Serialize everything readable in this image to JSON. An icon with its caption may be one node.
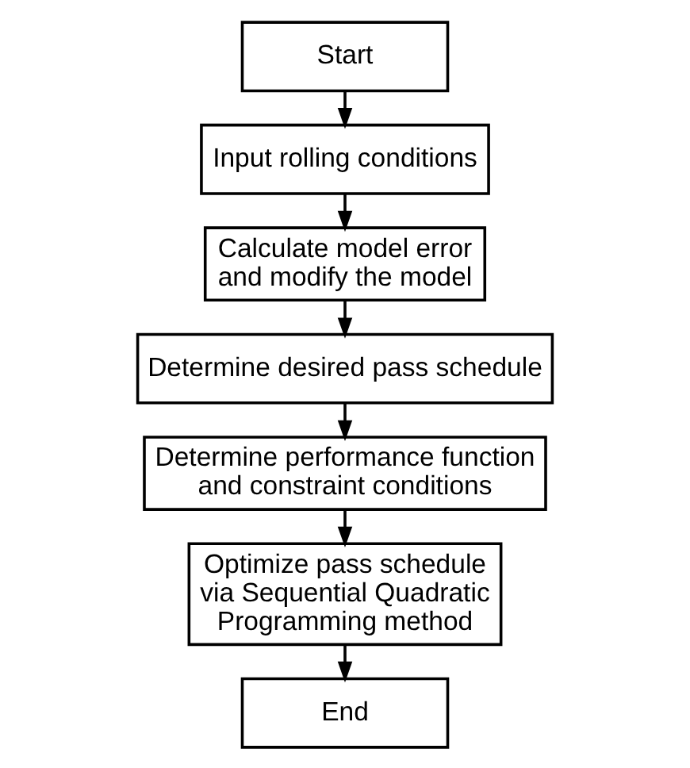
{
  "diagram": {
    "nodes": [
      {
        "text": [
          "Start"
        ]
      },
      {
        "text": [
          "Input rolling conditions"
        ]
      },
      {
        "text": [
          "Calculate model error and modify the model"
        ]
      },
      {
        "text": [
          "Determine desired pass schedule"
        ]
      },
      {
        "text": [
          "Determine performance function and constraint conditions"
        ]
      },
      {
        "text": [
          "Optimize pass schedule via Sequential Quadratic Programming method"
        ]
      },
      {
        "text": [
          "End"
        ]
      }
    ],
    "edges": [
      {
        "from": 0,
        "to": 1,
        "arrow": "to"
      },
      {
        "from": 1,
        "to": 2,
        "arrow": "to"
      },
      {
        "from": 2,
        "to": 3,
        "arrow": "to"
      },
      {
        "from": 3,
        "to": 4,
        "arrow": "to"
      },
      {
        "from": 4,
        "to": 5,
        "arrow": "to"
      },
      {
        "from": 5,
        "to": 6,
        "arrow": "to"
      }
    ]
  }
}
